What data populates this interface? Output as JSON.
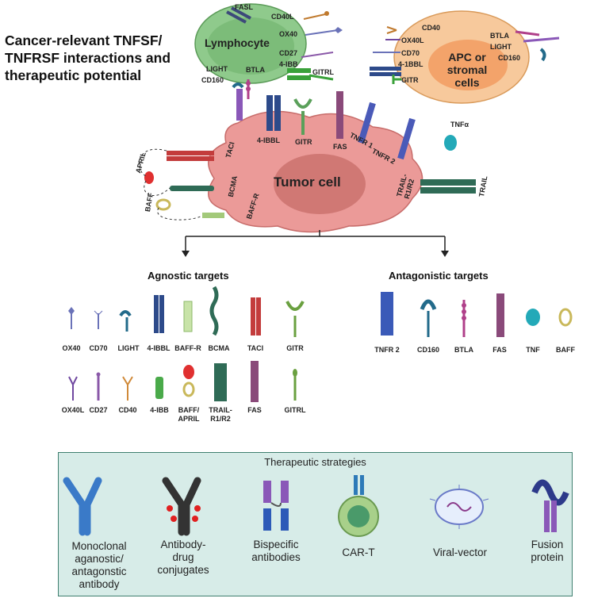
{
  "title": "Cancer-relevant TNFSF/ TNFRSF interactions and therapeutic potential",
  "lymphocyte": {
    "name": "Lymphocyte",
    "labels": [
      "FASL",
      "CD40L",
      "OX40",
      "CD27",
      "4-IBB",
      "GITRL",
      "LIGHT",
      "BTLA",
      "CD160"
    ]
  },
  "apc": {
    "name": "APC or stromal cells",
    "labels": [
      "CD40",
      "OX40L",
      "CD70",
      "4-1BBL",
      "GITR",
      "BTLA",
      "LIGHT",
      "CD160"
    ]
  },
  "tumor": {
    "name": "Tumor cell",
    "labels": [
      "APRIL",
      "BAFF",
      "TACI",
      "BCMA",
      "BAFF-R",
      "4-IBBL",
      "GITR",
      "FAS",
      "TNFR 1",
      "TNFR 2",
      "TRAIL-R1/R2",
      "TRAIL",
      "TNFα"
    ]
  },
  "agnostic": {
    "heading": "Agnostic targets",
    "row1": [
      "OX40",
      "CD70",
      "LIGHT",
      "4-IBBL",
      "BAFF-R",
      "BCMA",
      "TACI",
      "GITR"
    ],
    "row2": [
      "OX40L",
      "CD27",
      "CD40",
      "4-IBB",
      "BAFF/ APRIL",
      "TRAIL- R1/R2",
      "FAS",
      "GITRL"
    ]
  },
  "antagonistic": {
    "heading": "Antagonistic targets",
    "items": [
      "TNFR 2",
      "CD160",
      "BTLA",
      "FAS",
      "TNF",
      "BAFF"
    ]
  },
  "strategies": {
    "heading": "Therapeutic strategies",
    "items": [
      "Monoclonal aganostic/ antagonstic antibody",
      "Antibody- drug conjugates",
      "Bispecific antibodies",
      "CAR-T",
      "Viral-vector",
      "Fusion protein"
    ]
  },
  "colors": {
    "lymphocyte": "#8fca8c",
    "apc": "#f7c99c",
    "tumor": "#eb9a98",
    "strategy_bg": "#d7ece8"
  }
}
